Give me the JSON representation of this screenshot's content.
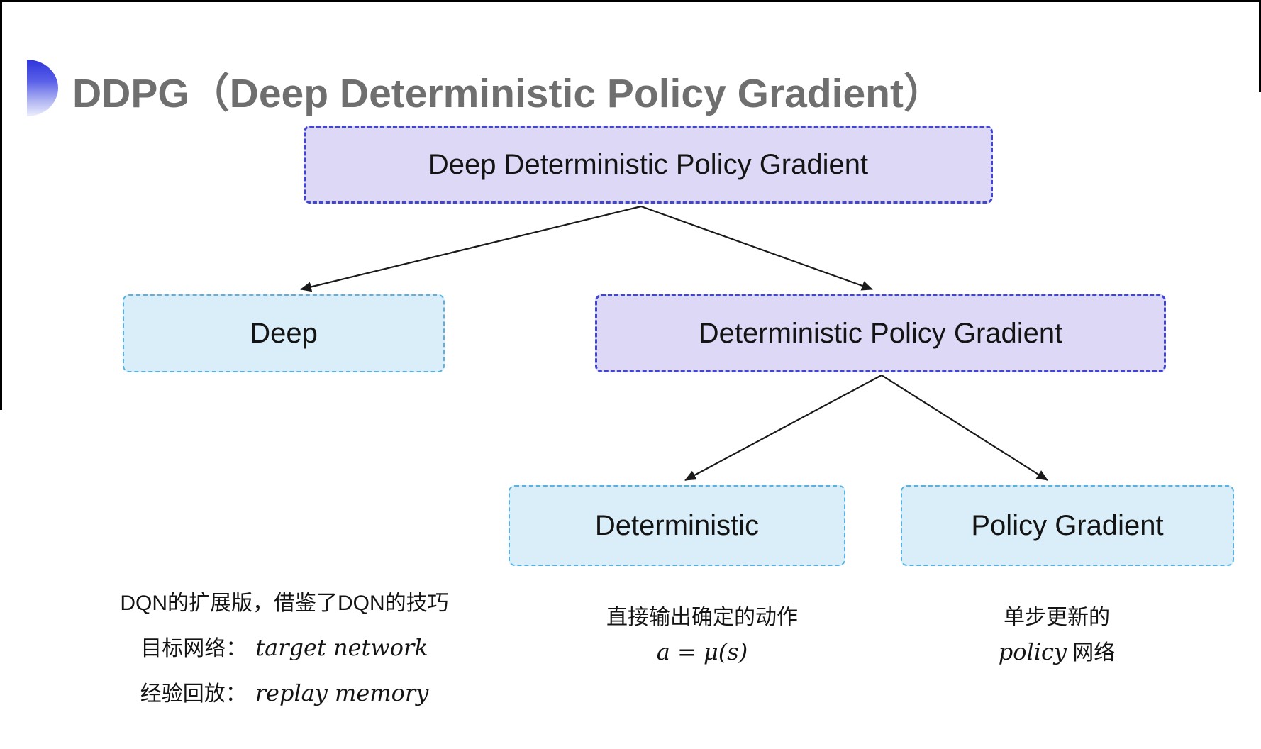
{
  "title": {
    "text": "DDPG（Deep Deterministic Policy Gradient）"
  },
  "tree": {
    "root": {
      "label": "Deep Deterministic Policy Gradient"
    },
    "children": [
      {
        "label": "Deep"
      },
      {
        "label": "Deterministic Policy Gradient"
      }
    ],
    "leaves": [
      {
        "label": "Deterministic"
      },
      {
        "label": "Policy Gradient"
      }
    ]
  },
  "annotations": {
    "deep": {
      "line1": "DQN的扩展版，借鉴了DQN的技巧",
      "line2_zh": "目标网络：",
      "line2_en": "target network",
      "line3_zh": "经验回放：",
      "line3_en": "replay memory"
    },
    "deterministic": {
      "line1": "直接输出确定的动作",
      "line2": "a = μ(s)"
    },
    "policy_gradient": {
      "line1": "单步更新的",
      "line2_en": "policy",
      "line2_zh": " 网络"
    }
  },
  "colors": {
    "root_fill": "#dcd8f5",
    "root_border": "#4046d2",
    "leaf_fill": "#d9eef9",
    "leaf_border": "#58b1e2",
    "title_text": "#6f6f6f",
    "text": "#141414",
    "arrow": "#1a1a1a",
    "frame_line": "#000000",
    "accent_gradient_top": "#2e34dc",
    "accent_gradient_bottom": "#edeffc"
  }
}
